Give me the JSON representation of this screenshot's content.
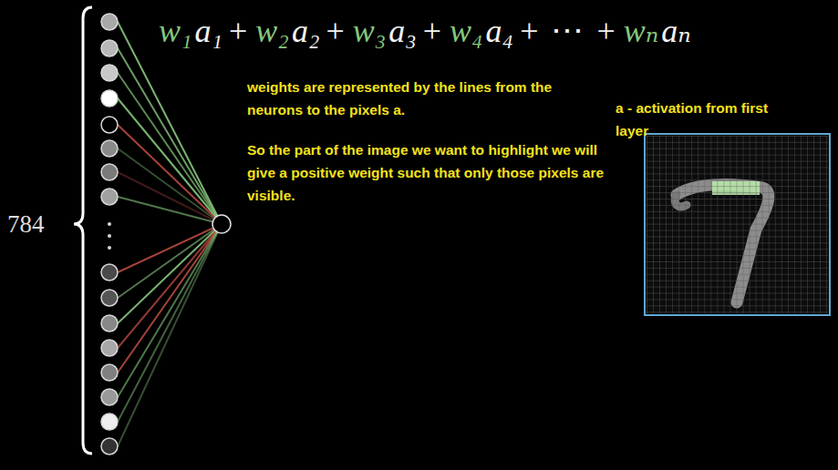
{
  "diagram": {
    "labels": [
      "w₁",
      "a₁",
      "+",
      "w₂",
      "a₂",
      "+",
      "w₃",
      "a₃",
      "+",
      "w₄",
      "a₄",
      "+",
      "⋯",
      "+",
      "wₙ",
      "aₙ",
      "784",
      "weights are represented by the lines from the neurons to the pixels a.",
      "a - activation from first layer",
      "So the part of the image we want to highlight we will give a positive weight such that only those pixels are visible."
    ]
  }
}
